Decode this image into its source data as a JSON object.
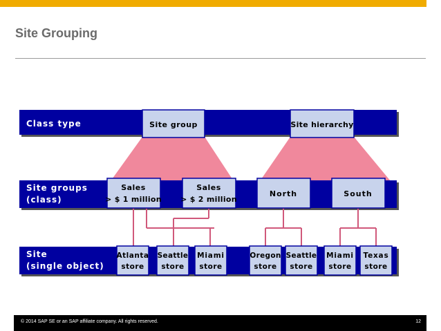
{
  "slide": {
    "title": "Site Grouping",
    "copyright": "© 2014 SAP SE or an SAP affiliate company. All rights reserved.",
    "page_number": "12"
  },
  "colors": {
    "brand_bar": "#f0ab00",
    "band": "#0000a0",
    "box_fill": "#c8d3ec",
    "funnel": "#f0889c",
    "connector": "#d0587a"
  },
  "bands": {
    "class_type": "Class type",
    "site_groups_line1": "Site groups",
    "site_groups_line2": "(class)",
    "site_line1": "Site",
    "site_line2": "(single object)"
  },
  "class_types": {
    "site_group": "Site group",
    "site_hierarchy": "Site hierarchy"
  },
  "groups": {
    "sales1_line1": "Sales",
    "sales1_line2": "> $ 1 million",
    "sales2_line1": "Sales",
    "sales2_line2": "> $ 2 million",
    "north": "North",
    "south": "South"
  },
  "sites": {
    "atlanta_line1": "Atlanta",
    "atlanta_line2": "store",
    "seattle1_line1": "Seattle",
    "seattle1_line2": "store",
    "miami1_line1": "Miami",
    "miami1_line2": "store",
    "oregon_line1": "Oregon",
    "oregon_line2": "store",
    "seattle2_line1": "Seattle",
    "seattle2_line2": "store",
    "miami2_line1": "Miami",
    "miami2_line2": "store",
    "texas_line1": "Texas",
    "texas_line2": "store"
  }
}
